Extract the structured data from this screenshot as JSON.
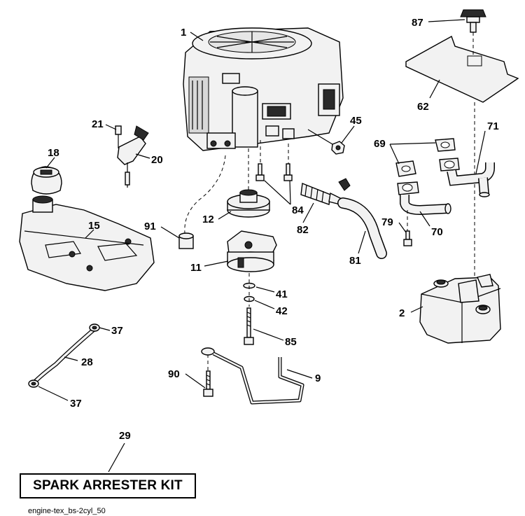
{
  "callouts": {
    "c1": "1",
    "c87": "87",
    "c62": "62",
    "c45": "45",
    "c21": "21",
    "c20": "20",
    "c18": "18",
    "c15": "15",
    "c91": "91",
    "c12": "12",
    "c84": "84",
    "c82": "82",
    "c69": "69",
    "c71": "71",
    "c79": "79",
    "c70": "70",
    "c81": "81",
    "c11": "11",
    "c41": "41",
    "c42": "42",
    "c2": "2",
    "c85": "85",
    "c37a": "37",
    "c28": "28",
    "c37b": "37",
    "c90": "90",
    "c9": "9",
    "c29": "29"
  },
  "kit_label": "SPARK ARRESTER KIT",
  "footer_code": "engine-tex_bs-2cyl_50"
}
